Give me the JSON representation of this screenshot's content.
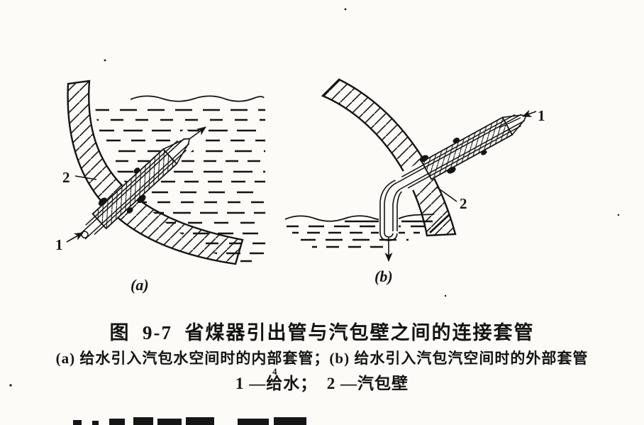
{
  "page": {
    "paper_color": "#fcfbf8",
    "ink_color": "#141414"
  },
  "figure": {
    "panel_a": {
      "label": "(a)",
      "callout_feedwater": "1",
      "callout_drum_wall": "2"
    },
    "panel_b": {
      "label": "(b)",
      "callout_feedwater": "1",
      "callout_drum_wall": "2"
    },
    "caption": {
      "title": "图  9-7  省煤器引出管与汽包壁之间的连接套管",
      "subtitle": "(a) 给水引入汽包水空间时的内部套管；(b) 给水引入汽包汽空间时的外部套管",
      "legend": "1 —给水；  2 —汽包壁",
      "legend_artifact": "4"
    }
  }
}
